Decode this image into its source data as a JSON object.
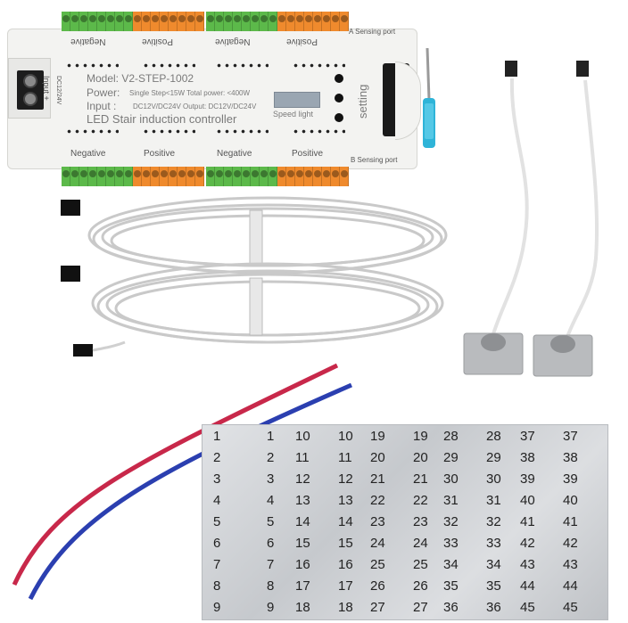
{
  "board": {
    "model": "Model: V2-STEP-1002",
    "power": "Power:",
    "power_detail": "Single Step<15W Total power: <400W",
    "input": "Input :",
    "input_detail": "DC12V/DC24V Output: DC12V/DC24V",
    "title": "LED Stair induction controller",
    "speed_light": "Speed light",
    "setting": "setting",
    "sensing_a": "A Sensing port",
    "sensing_b": "B Sensing port",
    "input_side": "Input +",
    "input_side_sub": "DC12/24V",
    "negative": "Negative",
    "positive": "Positive"
  },
  "colors": {
    "terminal_green": "#5cb94a",
    "terminal_orange": "#ef8a2d",
    "wire_red": "#c8284a",
    "wire_blue": "#2b3fb0",
    "screwdriver": "#2fb4d8"
  },
  "sticker_sheet": {
    "rows": [
      [
        "1",
        "1",
        "10",
        "10",
        "19",
        "19",
        "28",
        "28",
        "37",
        "37"
      ],
      [
        "2",
        "2",
        "11",
        "11",
        "20",
        "20",
        "29",
        "29",
        "38",
        "38"
      ],
      [
        "3",
        "3",
        "12",
        "12",
        "21",
        "21",
        "30",
        "30",
        "39",
        "39"
      ],
      [
        "4",
        "4",
        "13",
        "13",
        "22",
        "22",
        "31",
        "31",
        "40",
        "40"
      ],
      [
        "5",
        "5",
        "14",
        "14",
        "23",
        "23",
        "32",
        "32",
        "41",
        "41"
      ],
      [
        "6",
        "6",
        "15",
        "15",
        "24",
        "24",
        "33",
        "33",
        "42",
        "42"
      ],
      [
        "7",
        "7",
        "16",
        "16",
        "25",
        "25",
        "34",
        "34",
        "43",
        "43"
      ],
      [
        "8",
        "8",
        "17",
        "17",
        "26",
        "26",
        "35",
        "35",
        "44",
        "44"
      ],
      [
        "9",
        "9",
        "18",
        "18",
        "27",
        "27",
        "36",
        "36",
        "45",
        "45"
      ]
    ]
  }
}
